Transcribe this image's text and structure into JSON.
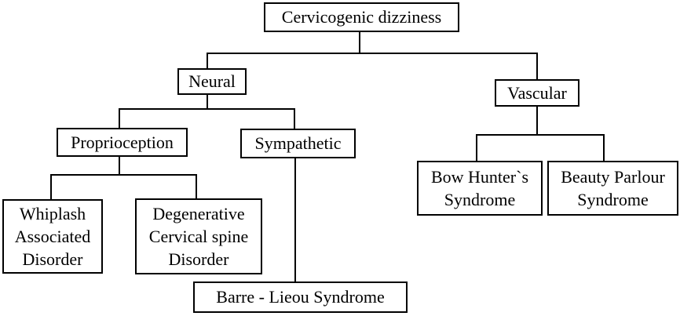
{
  "diagram": {
    "type": "flowchart",
    "background_color": "#ffffff",
    "line_color": "#000000",
    "box_border_color": "#000000",
    "text_color": "#000000",
    "nodes": {
      "root": {
        "label": "Cervicogenic dizziness"
      },
      "neural": {
        "label": "Neural"
      },
      "vascular": {
        "label": "Vascular"
      },
      "proprioception": {
        "label": "Proprioception"
      },
      "sympathetic": {
        "label": "Sympathetic"
      },
      "whiplash": {
        "label": "Whiplash Associated Disorder"
      },
      "degenerative": {
        "label": "Degenerative Cervical spine Disorder"
      },
      "barre_lieou": {
        "label": "Barre - Lieou Syndrome"
      },
      "bow_hunters": {
        "label": "Bow Hunter`s Syndrome"
      },
      "beauty_parlour": {
        "label": "Beauty Parlour Syndrome"
      }
    },
    "edges": [
      {
        "from": "root",
        "to": "neural"
      },
      {
        "from": "root",
        "to": "vascular"
      },
      {
        "from": "neural",
        "to": "proprioception"
      },
      {
        "from": "neural",
        "to": "sympathetic"
      },
      {
        "from": "proprioception",
        "to": "whiplash"
      },
      {
        "from": "proprioception",
        "to": "degenerative"
      },
      {
        "from": "sympathetic",
        "to": "barre_lieou"
      },
      {
        "from": "vascular",
        "to": "bow_hunters"
      },
      {
        "from": "vascular",
        "to": "beauty_parlour"
      }
    ]
  }
}
